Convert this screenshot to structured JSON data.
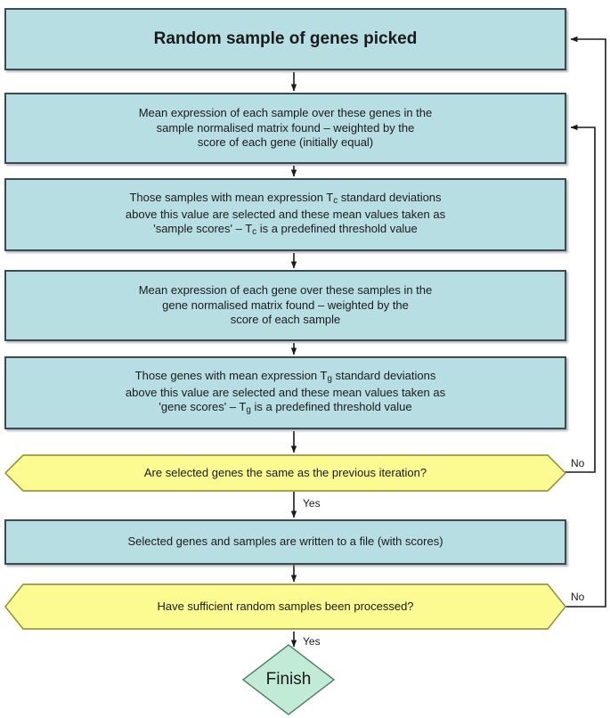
{
  "diagram": {
    "title": "Iterative gene/sample selection flowchart",
    "colors": {
      "process_fill": "#b7dfe3",
      "process_border": "#3c4a52",
      "decision_fill": "#fbfb91",
      "decision_border": "#8a8a3c",
      "terminator_fill": "#c2ebd7",
      "terminator_border": "#4d7a63",
      "edge": "#1a1a1a",
      "text": "#1a1a1a"
    },
    "nodes": [
      {
        "id": "start",
        "type": "process",
        "text": "Random sample of genes picked"
      },
      {
        "id": "sample-mean",
        "type": "process",
        "lines": [
          "Mean expression of each sample over these genes in the",
          "sample normalised matrix found – weighted by the",
          "score of each gene (initially equal)"
        ]
      },
      {
        "id": "sample-select",
        "type": "process",
        "lines": [
          "Those samples with mean expression Tₑ standard deviations",
          "above this value are selected and these mean values taken as",
          "'sample scores' – Tₑ is a predefined threshold value"
        ],
        "line1_pre": "Those samples with mean expression T",
        "line1_sub": "c",
        "line1_post": " standard deviations",
        "line2": "above this value are selected and these mean values taken as",
        "line3_pre": "'sample scores' – T",
        "line3_sub": "c",
        "line3_post": " is a predefined threshold value"
      },
      {
        "id": "gene-mean",
        "type": "process",
        "lines": [
          "Mean expression of each gene over these samples in the",
          "gene normalised matrix found – weighted by the",
          "score of each sample"
        ]
      },
      {
        "id": "gene-select",
        "type": "process",
        "line1_pre": "Those genes with mean expression T",
        "line1_sub": "g",
        "line1_post": " standard deviations",
        "line2": "above this value are selected and these mean values taken as",
        "line3_pre": "'gene scores' – T",
        "line3_sub": "g",
        "line3_post": " is a predefined threshold value"
      },
      {
        "id": "converged",
        "type": "decision",
        "text": "Are selected genes the same as the previous iteration?"
      },
      {
        "id": "write-file",
        "type": "process",
        "text": "Selected genes and samples are written to a file (with scores)"
      },
      {
        "id": "enough-samples",
        "type": "decision",
        "text": "Have sufficient random samples been processed?"
      },
      {
        "id": "finish",
        "type": "terminator",
        "text": "Finish"
      }
    ],
    "edge_labels": {
      "converged_no": "No",
      "converged_yes": "Yes",
      "enough_no": "No",
      "enough_yes": "Yes"
    }
  }
}
